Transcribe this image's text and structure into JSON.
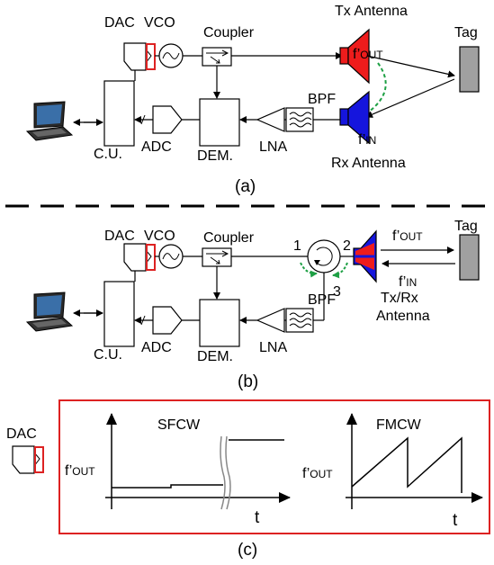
{
  "panel_a": {
    "dac": "DAC",
    "vco": "VCO",
    "coupler": "Coupler",
    "tx_antenna": "Tx Antenna",
    "rx_antenna": "Rx Antenna",
    "tag": "Tag",
    "f_out": "f’",
    "f_out_sub": "OUT",
    "f_in": "f’",
    "f_in_sub": "IN",
    "bpf": "BPF",
    "lna": "LNA",
    "dem": "DEM.",
    "adc": "ADC",
    "cu": "C.U.",
    "caption": "(a)"
  },
  "panel_b": {
    "dac": "DAC",
    "vco": "VCO",
    "coupler": "Coupler",
    "antenna_l1": "Tx/Rx",
    "antenna_l2": "Antenna",
    "tag": "Tag",
    "f_out": "f’",
    "f_out_sub": "OUT",
    "f_in": "f’",
    "f_in_sub": "IN",
    "port1": "1",
    "port2": "2",
    "port3": "3",
    "bpf": "BPF",
    "lna": "LNA",
    "dem": "DEM.",
    "adc": "ADC",
    "cu": "C.U.",
    "caption": "(b)"
  },
  "panel_c": {
    "dac": "DAC",
    "sfcw": "SFCW",
    "fmcw": "FMCW",
    "y_label": "f’",
    "y_label_sub": "OUT",
    "x_label": "t",
    "caption": "(c)"
  },
  "colors": {
    "tx_antenna": "#ee1c1c",
    "rx_antenna": "#1515dd",
    "tag": "#a0a0a0",
    "highlight_box": "#dd2222",
    "echo_arrow": "#1fa045"
  },
  "icons": [
    "laptop-icon",
    "oscillator-icon",
    "coupler-icon",
    "circulator-icon",
    "bandpass-filter-icon",
    "amplifier-icon",
    "dac-icon"
  ]
}
